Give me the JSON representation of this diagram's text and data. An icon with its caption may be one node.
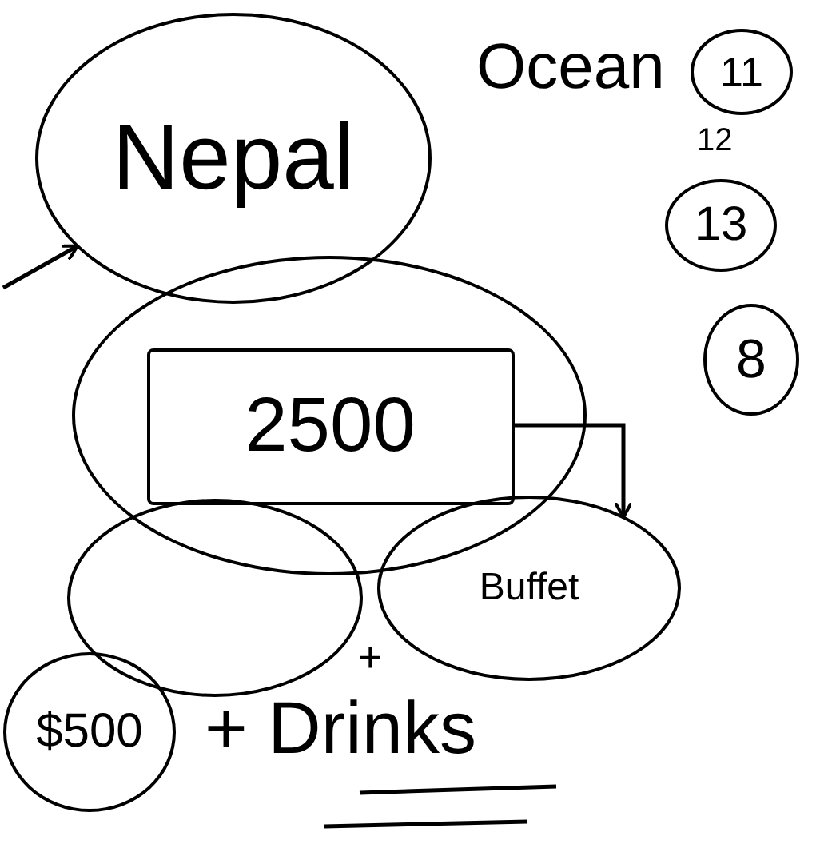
{
  "diagram": {
    "nodes": [
      {
        "text": [
          "Nepal"
        ]
      },
      {
        "text": [
          "11"
        ]
      },
      {
        "text": [
          "13"
        ]
      },
      {
        "text": [
          "8"
        ]
      },
      {
        "text": [],
        "shape": "ellipse"
      },
      {
        "text": [
          "2500"
        ],
        "in": 4
      },
      {
        "text": [],
        "shape": "ellipse"
      },
      {
        "text": [
          "Buffet"
        ]
      },
      {
        "text": [
          "$500"
        ]
      }
    ],
    "edges": [
      {
        "from": null,
        "to": 0,
        "arrow": "to"
      },
      {
        "from": 5,
        "to": 7,
        "arrow": "to"
      }
    ],
    "labels": [
      "Ocean",
      "12",
      "+",
      "+ Drinks"
    ]
  }
}
